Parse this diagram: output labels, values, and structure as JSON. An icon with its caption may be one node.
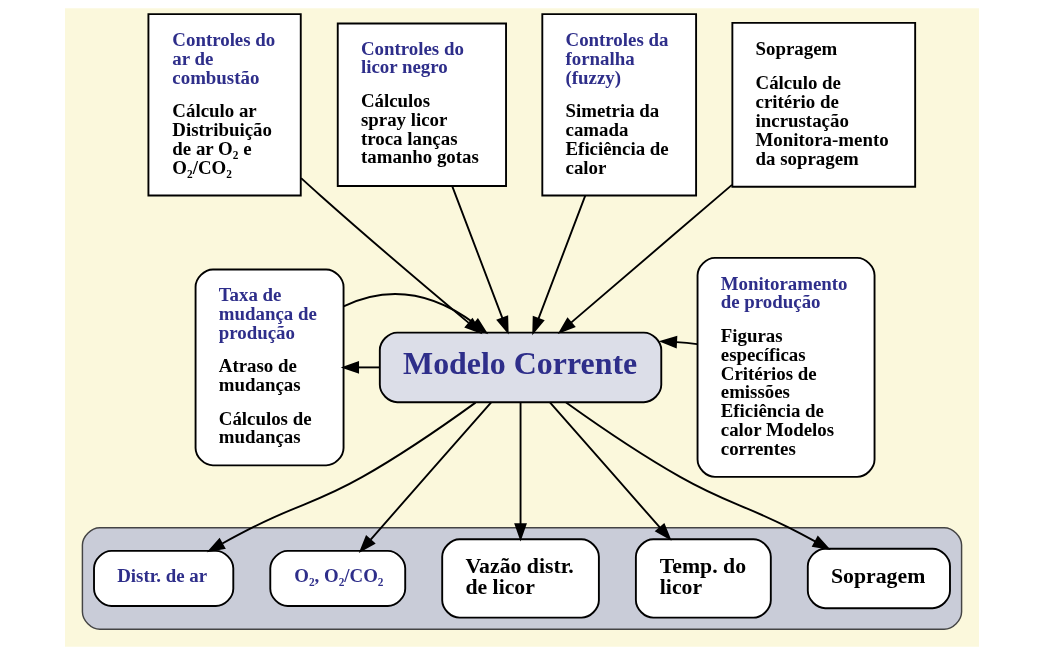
{
  "diagram": {
    "nodes": [
      {
        "text": [
          "Taxa de mudança de produção",
          "Atraso de mudanças",
          "Cálculos de mudanças"
        ]
      },
      {
        "text": [
          "Controles do ar de combustão",
          "Cálculo ar Distribuição de ar O₂ e O₂/CO₂"
        ]
      },
      {
        "text": [
          "Controles do licor negro",
          "Cálculos spray licor troca lanças tamanho gotas"
        ]
      },
      {
        "text": [
          "Controles da fornalha (fuzzy)",
          "Simetria da camada Eficiência de calor"
        ]
      },
      {
        "text": [
          "Sopragem",
          "Cálculo de critério de incrustação Monitora-mento da sopragem"
        ]
      },
      {
        "text": [
          "Monitoramento de produção",
          "Figuras específicas Critérios de emissões Eficiência de calor Modelos correntes"
        ]
      },
      {
        "text": [
          "Modelo Corrente"
        ]
      },
      {
        "text": [],
        "shape": "box"
      },
      {
        "text": [
          "Distr. de ar"
        ],
        "in": 7
      },
      {
        "text": [
          "O₂, O₂/CO₂"
        ],
        "in": 7
      },
      {
        "text": [
          "Vazão distr. de licor"
        ],
        "in": 7
      },
      {
        "text": [
          "Temp. do licor"
        ],
        "in": 7
      },
      {
        "text": [
          "Sopragem"
        ],
        "in": 7
      }
    ],
    "edges": [
      {
        "from": 1,
        "to": 6,
        "arrow": "to"
      },
      {
        "from": 2,
        "to": 6,
        "arrow": "to"
      },
      {
        "from": 3,
        "to": 6,
        "arrow": "to"
      },
      {
        "from": 4,
        "to": 6,
        "arrow": "to"
      },
      {
        "from": 6,
        "to": 0,
        "arrow": "to"
      },
      {
        "from": 0,
        "to": 6,
        "arrow": "to"
      },
      {
        "from": 5,
        "to": 6,
        "arrow": "to"
      },
      {
        "from": 6,
        "to": 8,
        "arrow": "to"
      },
      {
        "from": 6,
        "to": 9,
        "arrow": "to"
      },
      {
        "from": 6,
        "to": 10,
        "arrow": "to"
      },
      {
        "from": 6,
        "to": 11,
        "arrow": "to"
      },
      {
        "from": 6,
        "to": 12,
        "arrow": "to"
      }
    ]
  }
}
